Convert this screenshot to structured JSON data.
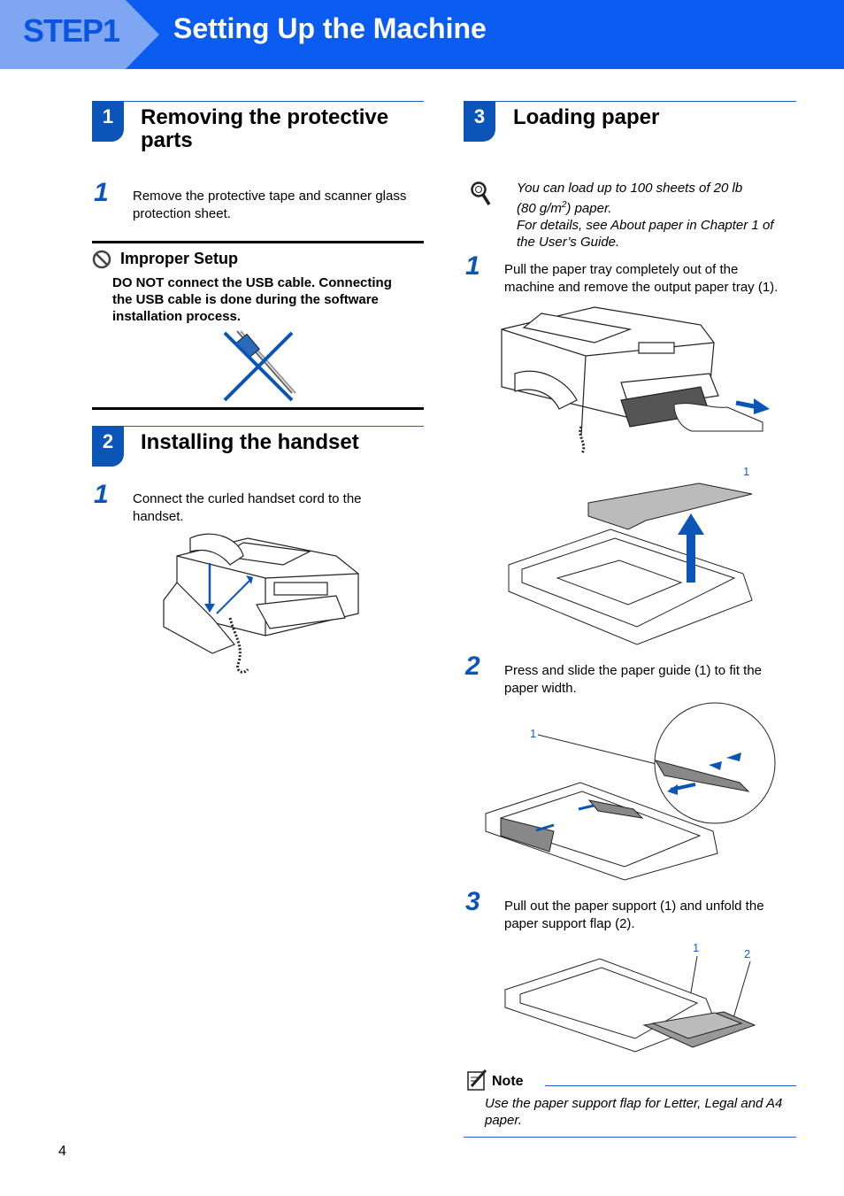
{
  "header": {
    "step_label": "STEP1",
    "title": "Setting Up the Machine"
  },
  "sections": {
    "s1": {
      "number": "1",
      "title_line1": "Removing the protective",
      "title_line2": "parts",
      "step1_num": "1",
      "step1_line1": "Remove the protective tape and scanner glass",
      "step1_line2": "protection sheet."
    },
    "warning": {
      "title": "Improper Setup",
      "line1": "DO NOT connect the USB cable. Connecting",
      "line2": "the USB cable is done during the software",
      "line3": "installation process."
    },
    "s2": {
      "number": "2",
      "title": "Installing the handset",
      "step1_num": "1",
      "step1_line1": "Connect the curled handset cord to the",
      "step1_line2": "handset."
    },
    "s3": {
      "number": "3",
      "title": "Loading paper",
      "tip_line1": "You can load up to 100 sheets of 20 lb",
      "tip_line2a": "(80 g/m",
      "tip_sup": "2",
      "tip_line2b": ")  paper.",
      "tip_line3": "For details, see About paper in Chapter 1 of",
      "tip_line4": "the User’s Guide.",
      "step1_num": "1",
      "step1_line1": "Pull the paper tray completely out of the",
      "step1_line2": "machine and remove the output paper tray (1).",
      "fig2_label": "1",
      "step2_num": "2",
      "step2_line1": "Press and slide the paper guide (1) to fit the",
      "step2_line2": "paper width.",
      "fig3_label": "1",
      "step3_num": "3",
      "step3_line1": "Pull out the paper support (1) and unfold the",
      "step3_line2": "paper support flap (2).",
      "fig4_label1": "1",
      "fig4_label2": "2",
      "note_title": "Note",
      "note_line1": "Use the paper support flap for Letter, Legal and A4",
      "note_line2": "paper."
    }
  },
  "footer": {
    "page_number": "4"
  },
  "colors": {
    "header_blue": "#0a5cf0",
    "accent_blue": "#0b55b8",
    "step_tab": "#7fa6f2"
  }
}
